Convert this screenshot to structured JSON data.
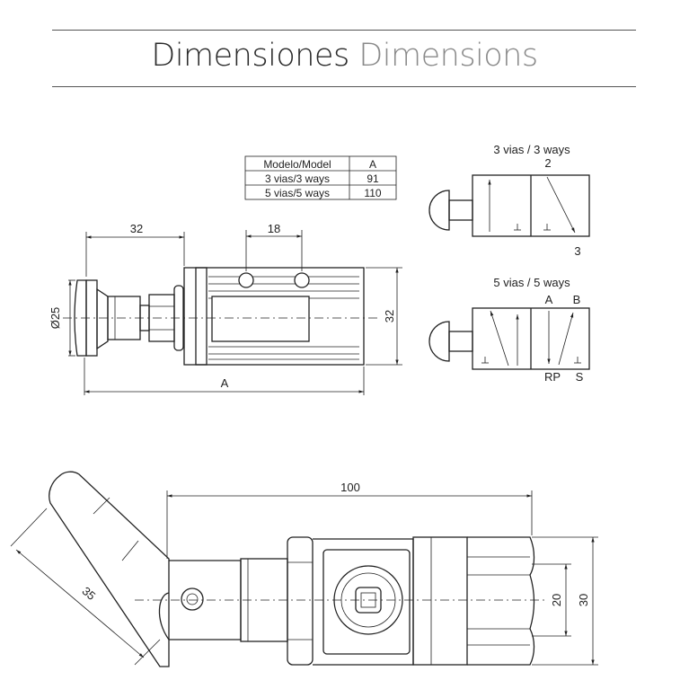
{
  "header": {
    "title_es": "Dimensiones",
    "title_en": "Dimensions"
  },
  "model_table": {
    "headers": [
      "Modelo/Model",
      "A"
    ],
    "rows": [
      {
        "model": "3 vias/3 ways",
        "a": "91"
      },
      {
        "model": "5 vias/5 ways",
        "a": "110"
      }
    ]
  },
  "side_view": {
    "dim_32_top": "32",
    "dim_18": "18",
    "dim_diameter": "Ø25",
    "dim_32_right": "32",
    "dim_a": "A"
  },
  "symbol_3way": {
    "title": "3 vias / 3 ways",
    "port_top": "2",
    "port_bottom": "3"
  },
  "symbol_5way": {
    "title": "5 vias / 5 ways",
    "port_a": "A",
    "port_b": "B",
    "port_rp": "RP",
    "port_s": "S"
  },
  "lever_view": {
    "dim_100": "100",
    "dim_35": "35",
    "dim_20": "20",
    "dim_30": "30"
  }
}
